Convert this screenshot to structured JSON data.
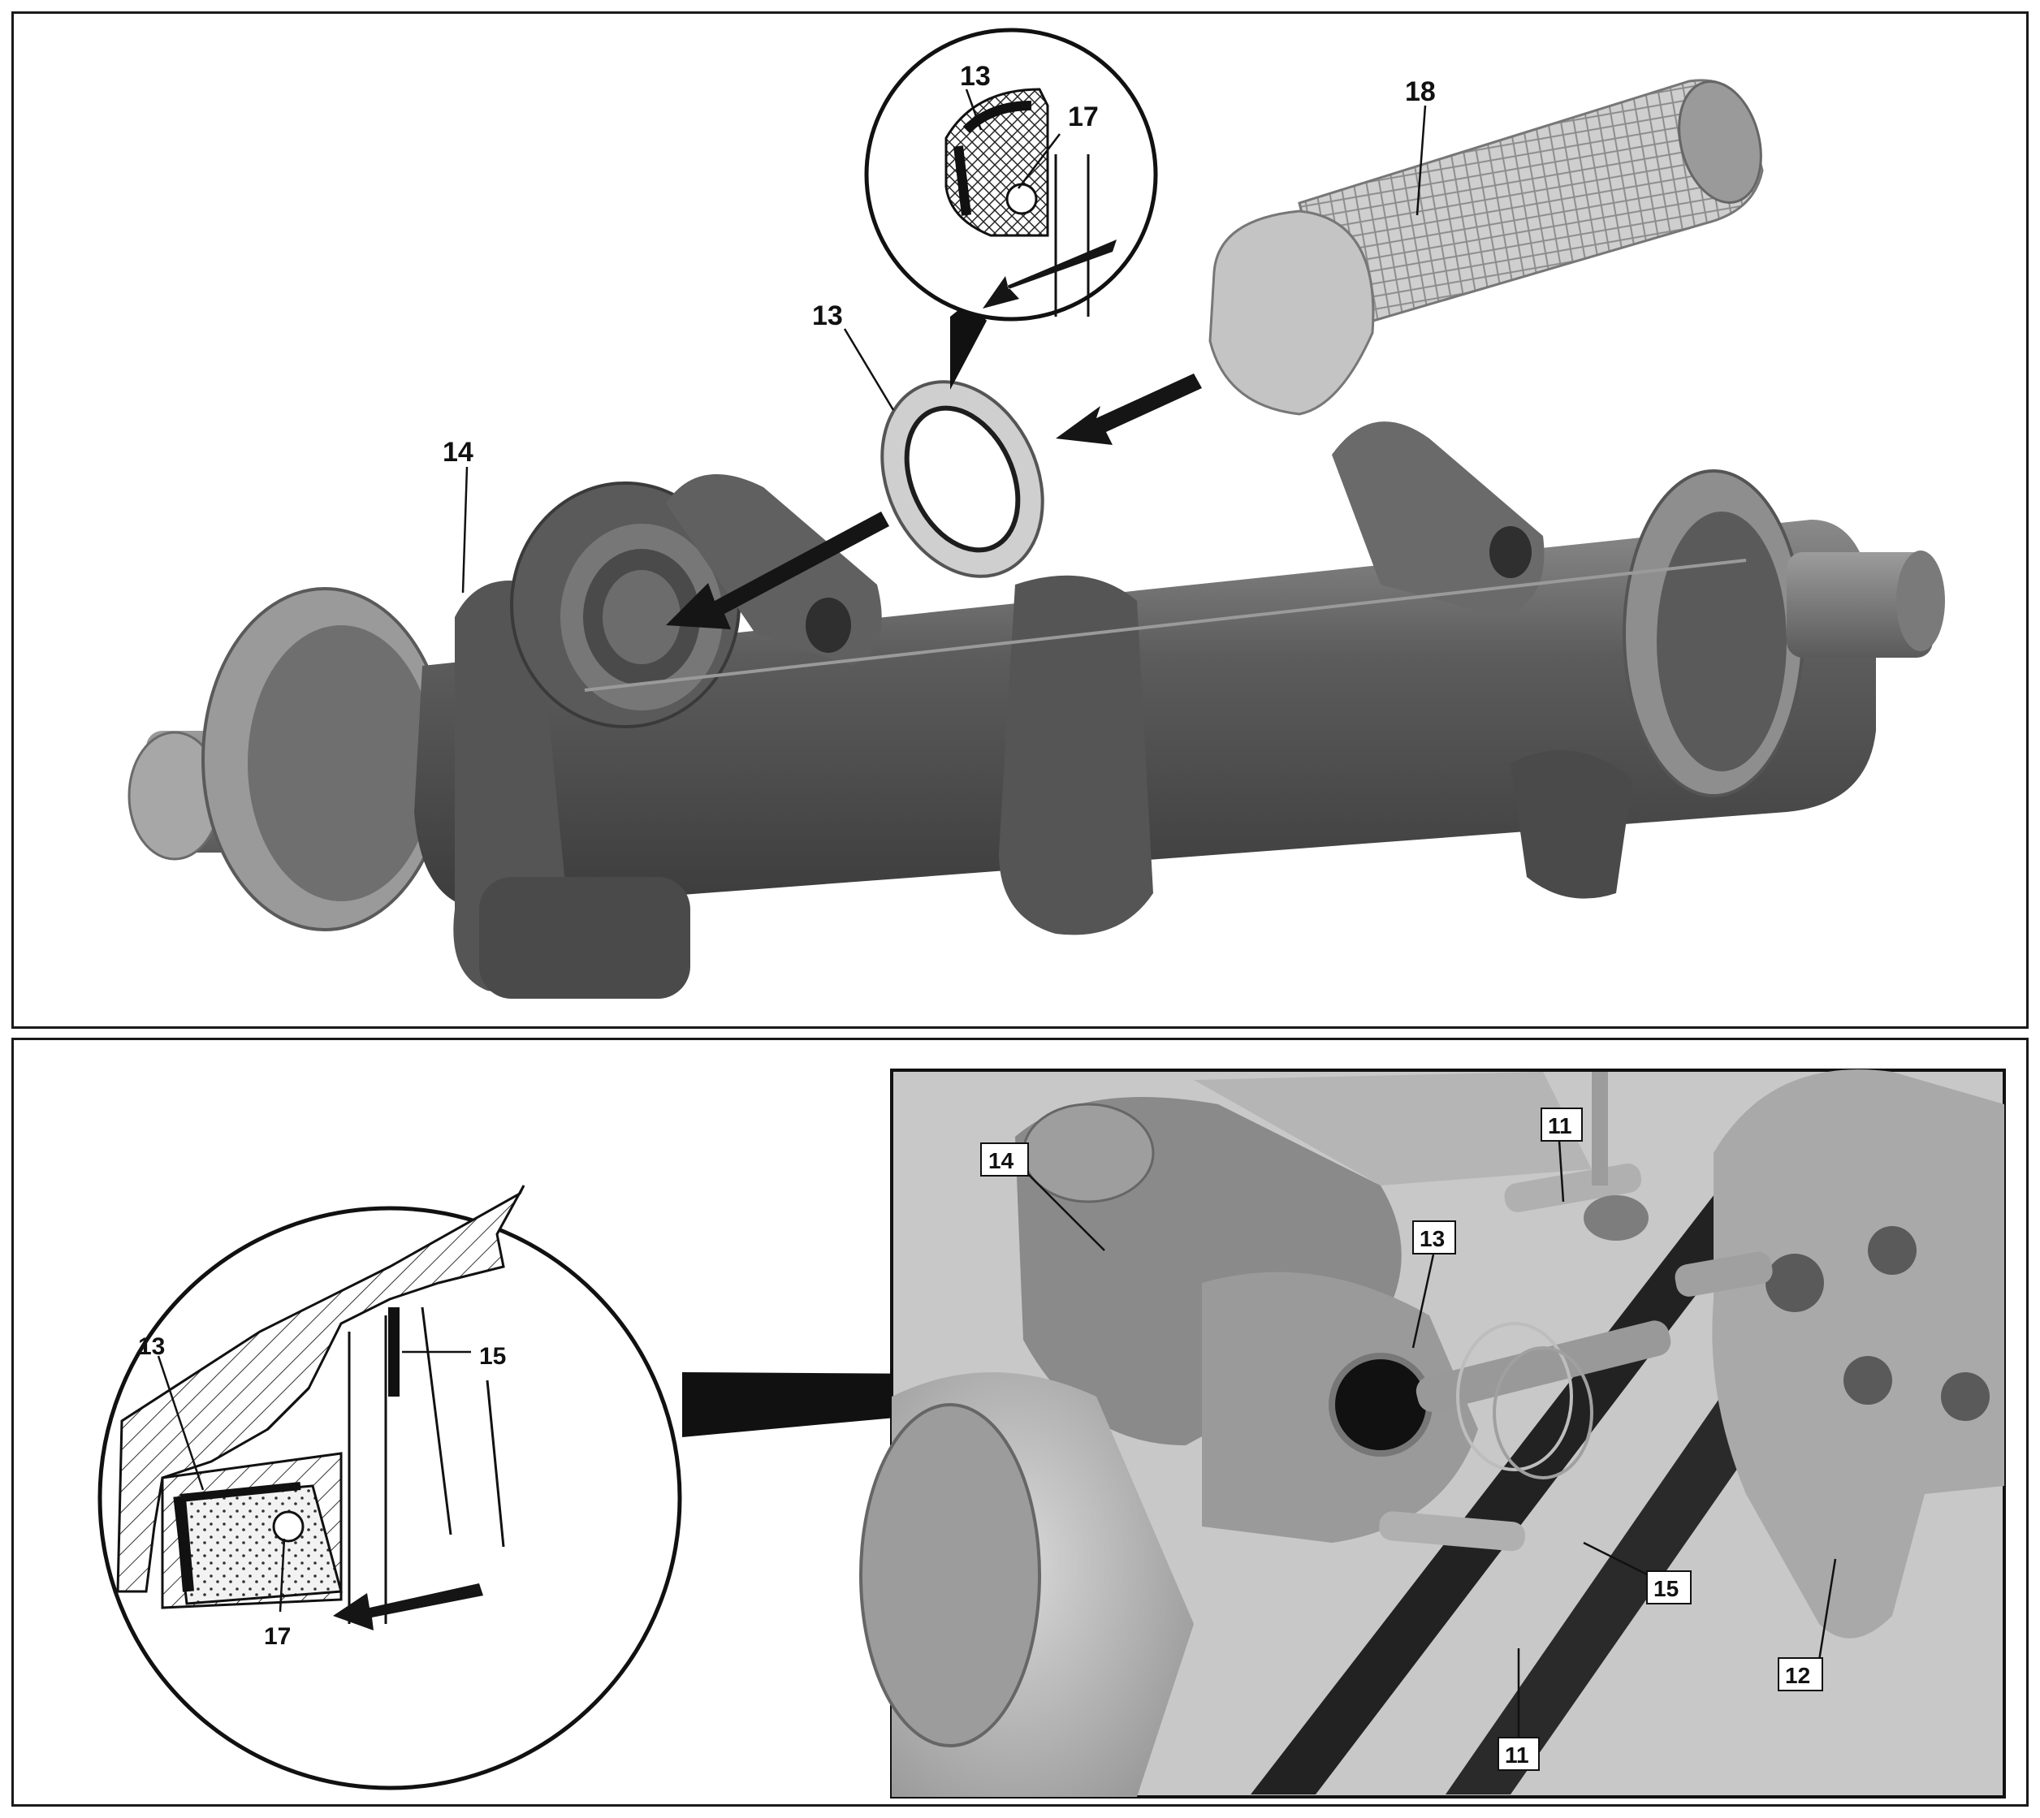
{
  "top_panel": {
    "callouts": {
      "seal_detail_top": "13",
      "spring_detail": "17",
      "seal_ring": "13",
      "housing": "14",
      "tool_drift": "18"
    }
  },
  "bottom_panel": {
    "detail_callouts": {
      "seal": "13",
      "retaining_ring": "15",
      "spring": "17"
    },
    "photo_callouts": {
      "housing": "14",
      "bolt_top": "11",
      "seal": "13",
      "ring": "15",
      "bracket": "12",
      "bolt_bottom": "11"
    }
  },
  "colors": {
    "housing_dark": "#4d4d4d",
    "housing_mid": "#6b6b6b",
    "metal_light": "#a9a9a9",
    "photo_bg": "#c8c8c8",
    "arrow": "#151515"
  },
  "icons": [
    "arrow-icon"
  ]
}
